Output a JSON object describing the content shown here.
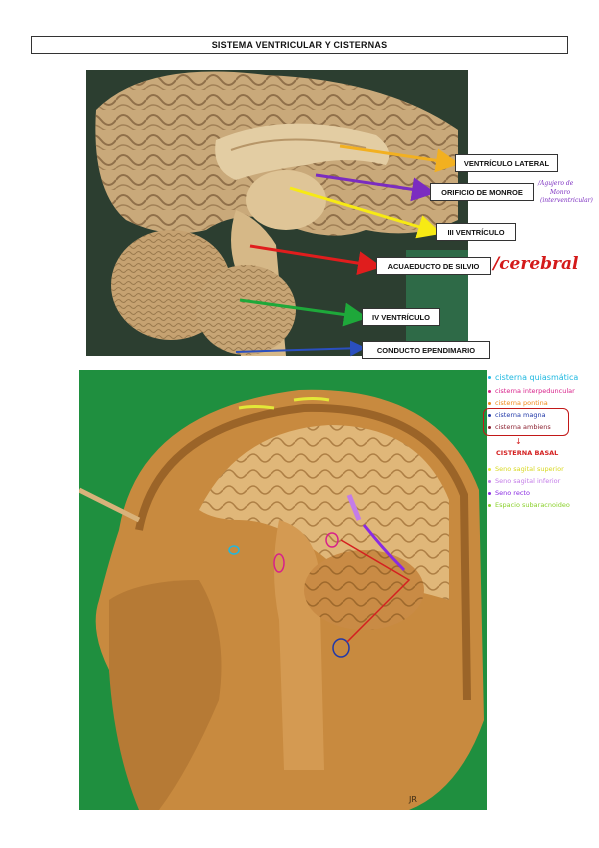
{
  "title": "SISTEMA VENTRICULAR Y CISTERNAS",
  "figure1": {
    "labels": [
      {
        "id": "ventriculo-lateral",
        "text": "VENTRÍCULO LATERAL",
        "color": "#f2b020"
      },
      {
        "id": "orificio-monroe",
        "text": "ORIFICIO DE MONROE",
        "color": "#7b2cc0"
      },
      {
        "id": "iii-ventriculo",
        "text": "III VENTRÍCULO",
        "color": "#f7ea14"
      },
      {
        "id": "acueducto-silvio",
        "text": "ACUAEDUCTO DE SILVIO",
        "color": "#e01d1d"
      },
      {
        "id": "iv-ventriculo",
        "text": "IV VENTRÍCULO",
        "color": "#1ea83a"
      },
      {
        "id": "conducto-ependimario",
        "text": "CONDUCTO EPENDIMARIO",
        "color": "#2a4fbf"
      }
    ],
    "notes": {
      "monroe_note_1": "/Agujero de",
      "monroe_note_2": "Monro",
      "monroe_note_3": "(interventricular)",
      "silvio_note": "/cerebral"
    }
  },
  "figure2": {
    "legend": [
      {
        "text": "cisterna quiasmática",
        "color": "#1fb8e0"
      },
      {
        "text": "cisterna interpeduncular",
        "color": "#d8208a"
      },
      {
        "text": "cisterna pontina",
        "color": "#f08a1a"
      },
      {
        "text": "cisterna magna",
        "color": "#2038a8"
      },
      {
        "text": "cisterna ambiens",
        "color": "#8a1f2f"
      }
    ],
    "basal_arrow": "↓",
    "basal_label": "CISTERNA BASAL",
    "basal_color": "#d42020",
    "legend2": [
      {
        "text": "Seno sagital superior",
        "color": "#e3e838"
      },
      {
        "text": "Seno sagital inferior",
        "color": "#c47ce8"
      },
      {
        "text": "Seno recto",
        "color": "#8a2be2"
      },
      {
        "text": "Espacio subaracnoideo",
        "color": "#8ad12a"
      }
    ],
    "corner_mark": "JR"
  }
}
